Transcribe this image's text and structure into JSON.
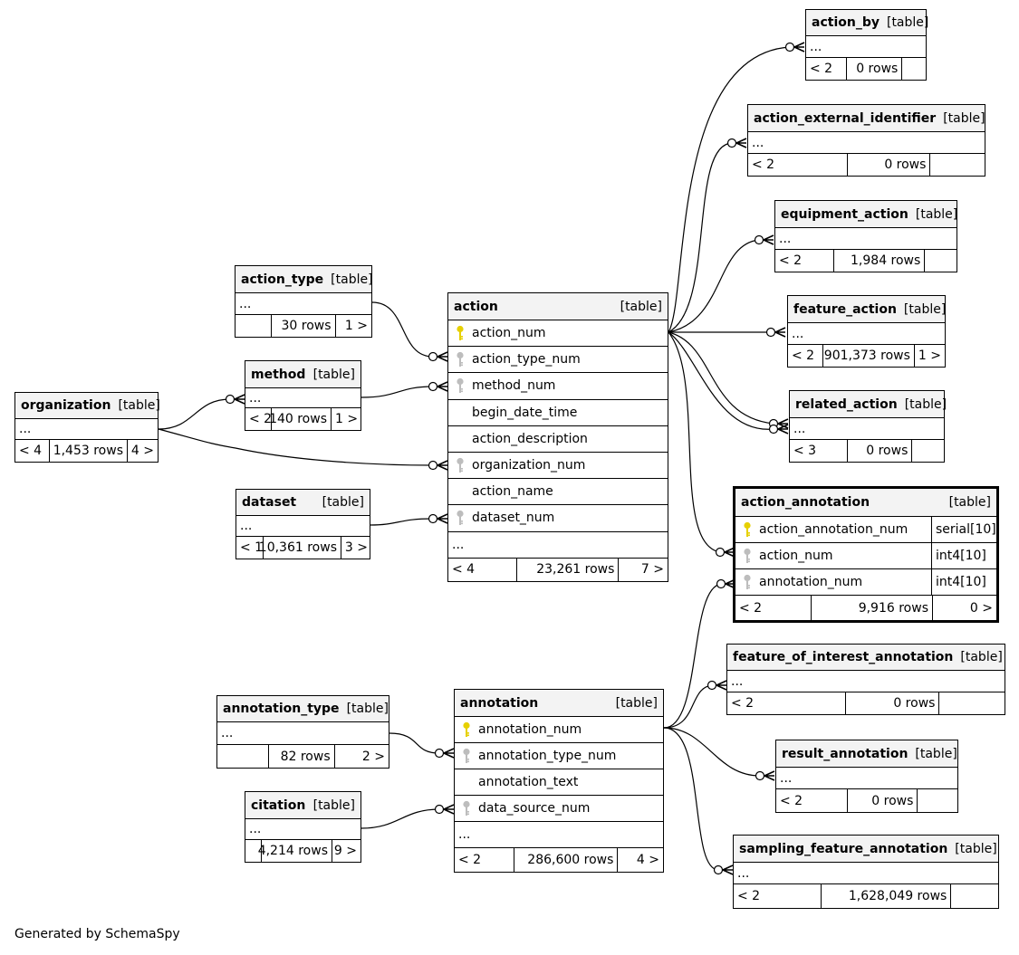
{
  "footer_text": "Generated by SchemaSpy",
  "tables": [
    {
      "id": "action_by",
      "name": "action_by",
      "kind": "[table]",
      "columns": [
        {
          "name": "..."
        }
      ],
      "footer": [
        "< 2",
        "0 rows",
        ""
      ]
    },
    {
      "id": "action_external_identifier",
      "name": "action_external_identifier",
      "kind": "[table]",
      "columns": [
        {
          "name": "..."
        }
      ],
      "footer": [
        "< 2",
        "0 rows",
        ""
      ]
    },
    {
      "id": "equipment_action",
      "name": "equipment_action",
      "kind": "[table]",
      "columns": [
        {
          "name": "..."
        }
      ],
      "footer": [
        "< 2",
        "1,984 rows",
        ""
      ]
    },
    {
      "id": "feature_action",
      "name": "feature_action",
      "kind": "[table]",
      "columns": [
        {
          "name": "..."
        }
      ],
      "footer": [
        "< 2",
        "901,373 rows",
        "1 >"
      ]
    },
    {
      "id": "related_action",
      "name": "related_action",
      "kind": "[table]",
      "columns": [
        {
          "name": "..."
        }
      ],
      "footer": [
        "< 3",
        "0 rows",
        ""
      ]
    },
    {
      "id": "action_type",
      "name": "action_type",
      "kind": "[table]",
      "columns": [
        {
          "name": "..."
        }
      ],
      "footer": [
        "",
        "30 rows",
        "1 >"
      ]
    },
    {
      "id": "method",
      "name": "method",
      "kind": "[table]",
      "columns": [
        {
          "name": "..."
        }
      ],
      "footer": [
        "< 2",
        "140 rows",
        "1 >"
      ]
    },
    {
      "id": "organization",
      "name": "organization",
      "kind": "[table]",
      "columns": [
        {
          "name": "..."
        }
      ],
      "footer": [
        "< 4",
        "1,453 rows",
        "4 >"
      ]
    },
    {
      "id": "dataset",
      "name": "dataset",
      "kind": "[table]",
      "columns": [
        {
          "name": "..."
        }
      ],
      "footer": [
        "< 1",
        "10,361 rows",
        "3 >"
      ]
    },
    {
      "id": "action",
      "name": "action",
      "kind": "[table]",
      "columns": [
        {
          "name": "action_num",
          "key": "pk"
        },
        {
          "name": "action_type_num",
          "key": "fk"
        },
        {
          "name": "method_num",
          "key": "fk"
        },
        {
          "name": "begin_date_time"
        },
        {
          "name": "action_description"
        },
        {
          "name": "organization_num",
          "key": "fk"
        },
        {
          "name": "action_name"
        },
        {
          "name": "dataset_num",
          "key": "fk"
        },
        {
          "name": "..."
        }
      ],
      "footer": [
        "< 4",
        "23,261 rows",
        "7 >"
      ]
    },
    {
      "id": "action_annotation",
      "name": "action_annotation",
      "kind": "[table]",
      "focus": true,
      "columns": [
        {
          "name": "action_annotation_num",
          "key": "pk",
          "type": "serial[10]"
        },
        {
          "name": "action_num",
          "key": "fk",
          "type": "int4[10]"
        },
        {
          "name": "annotation_num",
          "key": "fk",
          "type": "int4[10]"
        }
      ],
      "footer": [
        "< 2",
        "9,916 rows",
        "0 >"
      ]
    },
    {
      "id": "feature_of_interest_annotation",
      "name": "feature_of_interest_annotation",
      "kind": "[table]",
      "columns": [
        {
          "name": "..."
        }
      ],
      "footer": [
        "< 2",
        "0 rows",
        ""
      ]
    },
    {
      "id": "annotation_type",
      "name": "annotation_type",
      "kind": "[table]",
      "columns": [
        {
          "name": "..."
        }
      ],
      "footer": [
        "",
        "82 rows",
        "2 >"
      ]
    },
    {
      "id": "annotation",
      "name": "annotation",
      "kind": "[table]",
      "columns": [
        {
          "name": "annotation_num",
          "key": "pk"
        },
        {
          "name": "annotation_type_num",
          "key": "fk"
        },
        {
          "name": "annotation_text"
        },
        {
          "name": "data_source_num",
          "key": "fk"
        },
        {
          "name": "..."
        }
      ],
      "footer": [
        "< 2",
        "286,600 rows",
        "4 >"
      ]
    },
    {
      "id": "result_annotation",
      "name": "result_annotation",
      "kind": "[table]",
      "columns": [
        {
          "name": "..."
        }
      ],
      "footer": [
        "< 2",
        "0 rows",
        ""
      ]
    },
    {
      "id": "citation",
      "name": "citation",
      "kind": "[table]",
      "columns": [
        {
          "name": "..."
        }
      ],
      "footer": [
        "",
        "4,214 rows",
        "9 >"
      ]
    },
    {
      "id": "sampling_feature_annotation",
      "name": "sampling_feature_annotation",
      "kind": "[table]",
      "columns": [
        {
          "name": "..."
        }
      ],
      "footer": [
        "< 2",
        "1,628,049 rows",
        ""
      ]
    }
  ],
  "relationships": [
    {
      "from": "action",
      "to": "action_by"
    },
    {
      "from": "action",
      "to": "action_external_identifier"
    },
    {
      "from": "action",
      "to": "equipment_action"
    },
    {
      "from": "action",
      "to": "feature_action"
    },
    {
      "from": "action",
      "to": "related_action"
    },
    {
      "from": "action",
      "to": "related_action"
    },
    {
      "from": "action",
      "to": "action_annotation"
    },
    {
      "from": "action_type",
      "to": "action"
    },
    {
      "from": "method",
      "to": "action"
    },
    {
      "from": "organization",
      "to": "method"
    },
    {
      "from": "organization",
      "to": "action"
    },
    {
      "from": "dataset",
      "to": "action"
    },
    {
      "from": "annotation",
      "to": "action_annotation"
    },
    {
      "from": "annotation",
      "to": "feature_of_interest_annotation"
    },
    {
      "from": "annotation",
      "to": "result_annotation"
    },
    {
      "from": "annotation",
      "to": "sampling_feature_annotation"
    },
    {
      "from": "annotation_type",
      "to": "annotation"
    },
    {
      "from": "citation",
      "to": "annotation"
    }
  ]
}
